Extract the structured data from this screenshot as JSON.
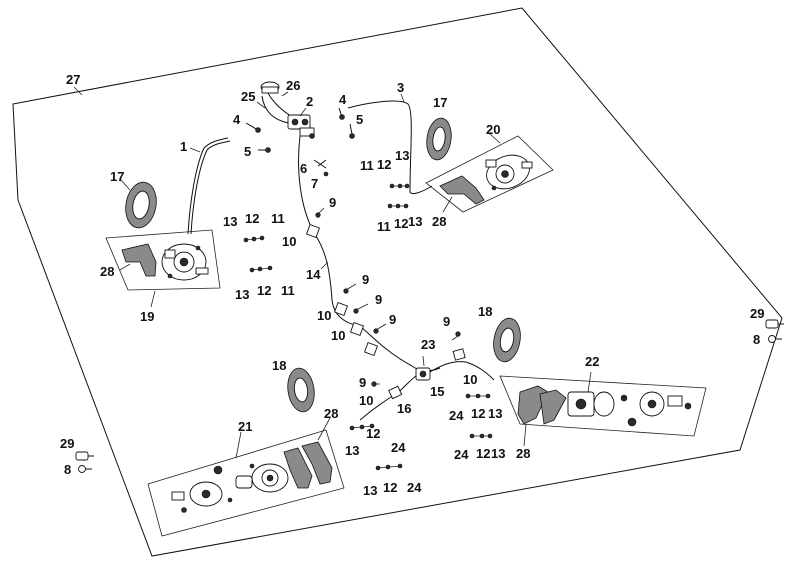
{
  "diagram": {
    "callouts": {
      "c1": "1",
      "c2": "2",
      "c3": "3",
      "c4a": "4",
      "c4b": "4",
      "c5a": "5",
      "c5b": "5",
      "c6": "6",
      "c7": "7",
      "c8a": "8",
      "c8b": "8",
      "c9a": "9",
      "c9b": "9",
      "c9c": "9",
      "c9d": "9",
      "c9e": "9",
      "c9f": "9",
      "c10a": "10",
      "c10b": "10",
      "c10c": "10",
      "c10d": "10",
      "c10e": "10",
      "c11a": "11",
      "c11b": "11",
      "c11c": "11",
      "c11d": "11",
      "c12a": "12",
      "c12b": "12",
      "c12c": "12",
      "c12d": "12",
      "c12e": "12",
      "c12f": "12",
      "c12g": "12",
      "c12h": "12",
      "c13a": "13",
      "c13b": "13",
      "c13c": "13",
      "c13d": "13",
      "c13e": "13",
      "c13f": "13",
      "c13g": "13",
      "c13h": "13",
      "c14": "14",
      "c15": "15",
      "c16": "16",
      "c17a": "17",
      "c17b": "17",
      "c18a": "18",
      "c18b": "18",
      "c19": "19",
      "c20": "20",
      "c21": "21",
      "c22": "22",
      "c23": "23",
      "c24a": "24",
      "c24b": "24",
      "c24c": "24",
      "c24d": "24",
      "c25": "25",
      "c26": "26",
      "c27": "27",
      "c28a": "28",
      "c28b": "28",
      "c28c": "28",
      "c28d": "28",
      "c29a": "29",
      "c29b": "29"
    }
  }
}
